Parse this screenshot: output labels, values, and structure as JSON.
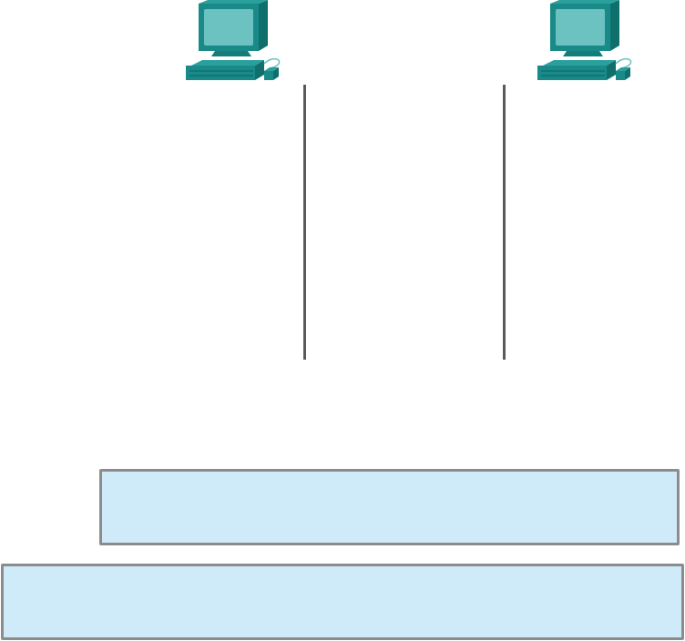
{
  "diagram": {
    "nodes": [
      {
        "id": "pc-left",
        "icon": "computer-icon"
      },
      {
        "id": "pc-right",
        "icon": "computer-icon"
      }
    ],
    "links": [
      {
        "from": "pc-left"
      },
      {
        "from": "pc-right"
      }
    ],
    "boxes": {
      "upper": {
        "label": ""
      },
      "lower": {
        "label": ""
      }
    }
  },
  "colors": {
    "monitor": "#1a8a88",
    "screen": "#6cc2c0",
    "link": "#5a5a5a",
    "box_fill": "#cfeaf8",
    "box_border": "#8c8c8c"
  }
}
